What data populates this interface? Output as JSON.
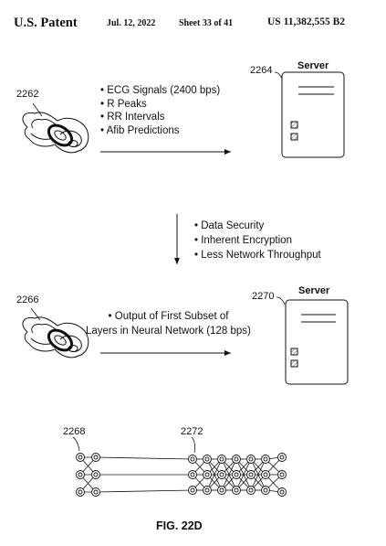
{
  "header": {
    "title": "U.S. Patent",
    "date": "Jul. 12, 2022",
    "sheet": "Sheet 33 of 41",
    "patent_number": "US 11,382,555 B2"
  },
  "top_section": {
    "device_ref": "2262",
    "server_ref": "2264",
    "server_label": "Server",
    "bullets": [
      "ECG Signals (2400 bps)",
      "R Peaks",
      "RR Intervals",
      "Afib Predictions"
    ]
  },
  "transition": {
    "bullets": [
      "Data Security",
      "Inherent Encryption",
      "Less Network Throughput"
    ]
  },
  "bottom_section": {
    "device_ref": "2266",
    "server_ref": "2270",
    "server_label": "Server",
    "caption_line1": "Output of First Subset of",
    "caption_line2": "Layers in Neural Network (128 bps)"
  },
  "network": {
    "left_ref": "2268",
    "right_ref": "2272"
  },
  "figure_label": "FIG. 22D"
}
